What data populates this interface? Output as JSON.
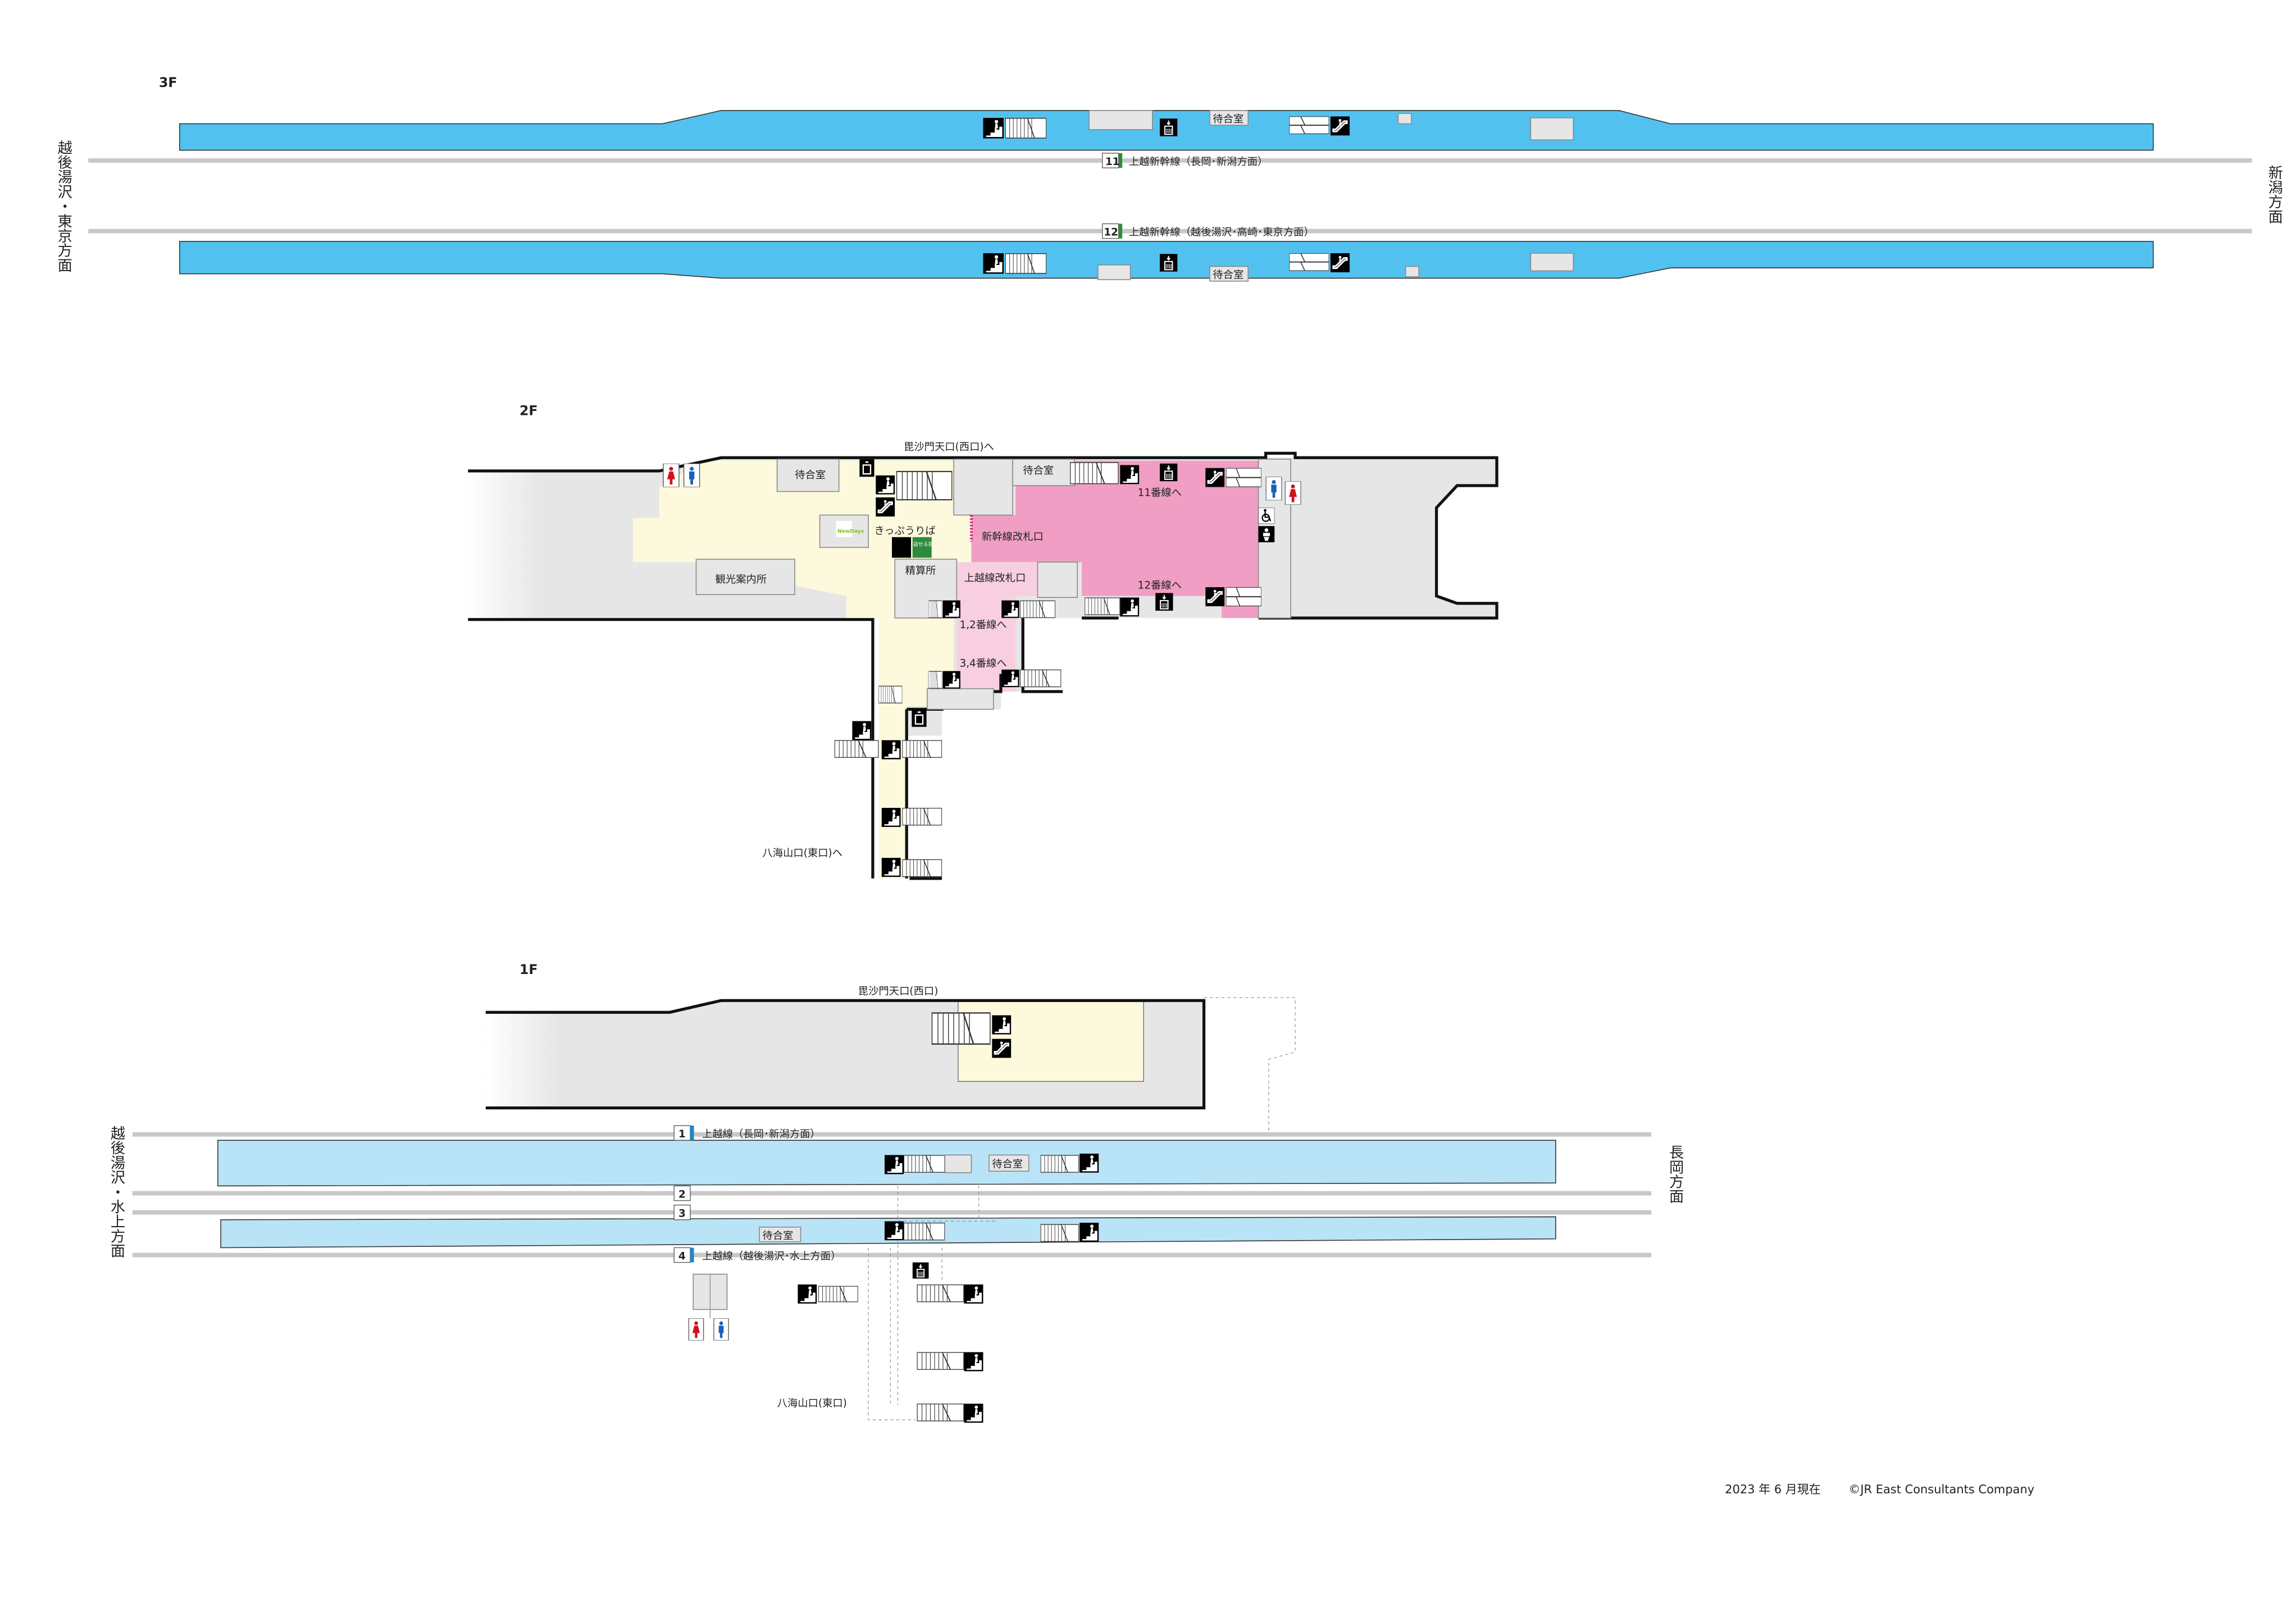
{
  "colors": {
    "shinkansen_platform": "#53c1ef",
    "conventional_platform": "#b9e3f6",
    "concourse": "#fdf9dc",
    "shinkansen_gates": "#f09ec4",
    "conventional_gates": "#f7cfe0",
    "building": "#e6e6e6",
    "shinkansen_line": "#2e8b3e",
    "joetsu_line": "#1e88c8"
  },
  "floor3": {
    "label": "3F",
    "left_direction": "越後湯沢・東京方面",
    "right_direction": "新潟方面",
    "tracks": [
      {
        "number": "11",
        "name": "上越新幹線（長岡･新潟方面）"
      },
      {
        "number": "12",
        "name": "上越新幹線（越後湯沢･高崎･東京方面）"
      }
    ],
    "waiting_room_top": "待合室",
    "waiting_room_bottom": "待合室"
  },
  "floor2": {
    "label": "2F",
    "west_exit": "毘沙門天口(西口)へ",
    "east_exit": "八海山口(東口)へ",
    "waiting_room_1": "待合室",
    "waiting_room_2": "待合室",
    "ticket_office": "きっぷうりば",
    "shinkansen_gate": "新幹線改札口",
    "fare_adjustment": "精算所",
    "joetsu_gate": "上越線改札口",
    "tourist_info": "観光案内所",
    "to_track_11": "11番線へ",
    "to_track_12": "12番線へ",
    "to_track_12c": "1,2番線へ",
    "to_track_34": "3,4番線へ",
    "shop_logo": "NewDays",
    "talking_machine_sign": "話せる指"
  },
  "floor1": {
    "label": "1F",
    "west_exit": "毘沙門天口(西口)",
    "east_exit": "八海山口(東口)",
    "left_direction": "越後湯沢・水上方面",
    "right_direction": "長岡方面",
    "tracks": [
      {
        "number": "1",
        "name": "上越線（長岡･新潟方面）"
      },
      {
        "number": "2",
        "name": ""
      },
      {
        "number": "3",
        "name": ""
      },
      {
        "number": "4",
        "name": "上越線（越後湯沢･水上方面）"
      }
    ],
    "waiting_room_1": "待合室",
    "waiting_room_2": "待合室"
  },
  "footer": {
    "date": "2023 年 6 月現在",
    "copyright": "©JR East Consultants Company"
  }
}
